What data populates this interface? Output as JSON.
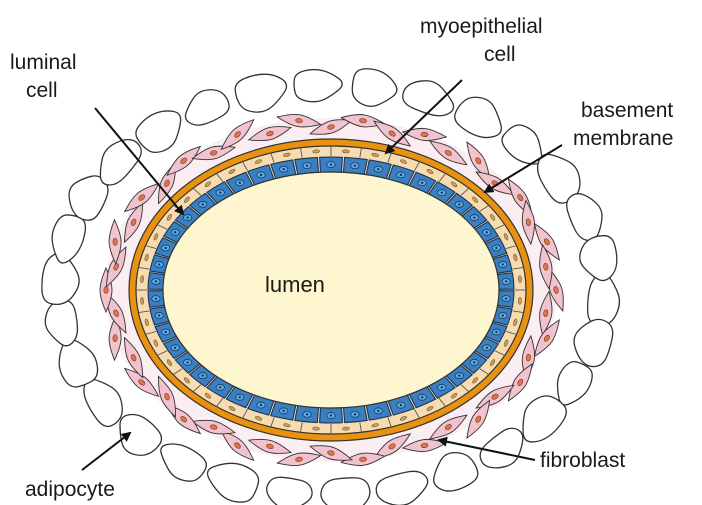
{
  "labels": {
    "luminal_cell": [
      "luminal",
      "cell"
    ],
    "myoepithelial_cell": [
      "myoepithelial",
      "cell"
    ],
    "basement_membrane": [
      "basement",
      "membrane"
    ],
    "lumen": "lumen",
    "fibroblast": "fibroblast",
    "adipocyte": "adipocyte"
  },
  "colors": {
    "lumen": "#fdf6cf",
    "luminal_cell_fill": "#3a7fc1",
    "luminal_cell_stroke": "#1f3550",
    "luminal_nucleus": "#5aa8e8",
    "myoepithelial_fill": "#f7dcb2",
    "basement_membrane": "#e8920f",
    "fibroblast_fill": "#f0c3cf",
    "fibroblast_nucleus": "#e0734d",
    "adipocyte_fill": "#ffffff",
    "outline": "#333333"
  }
}
